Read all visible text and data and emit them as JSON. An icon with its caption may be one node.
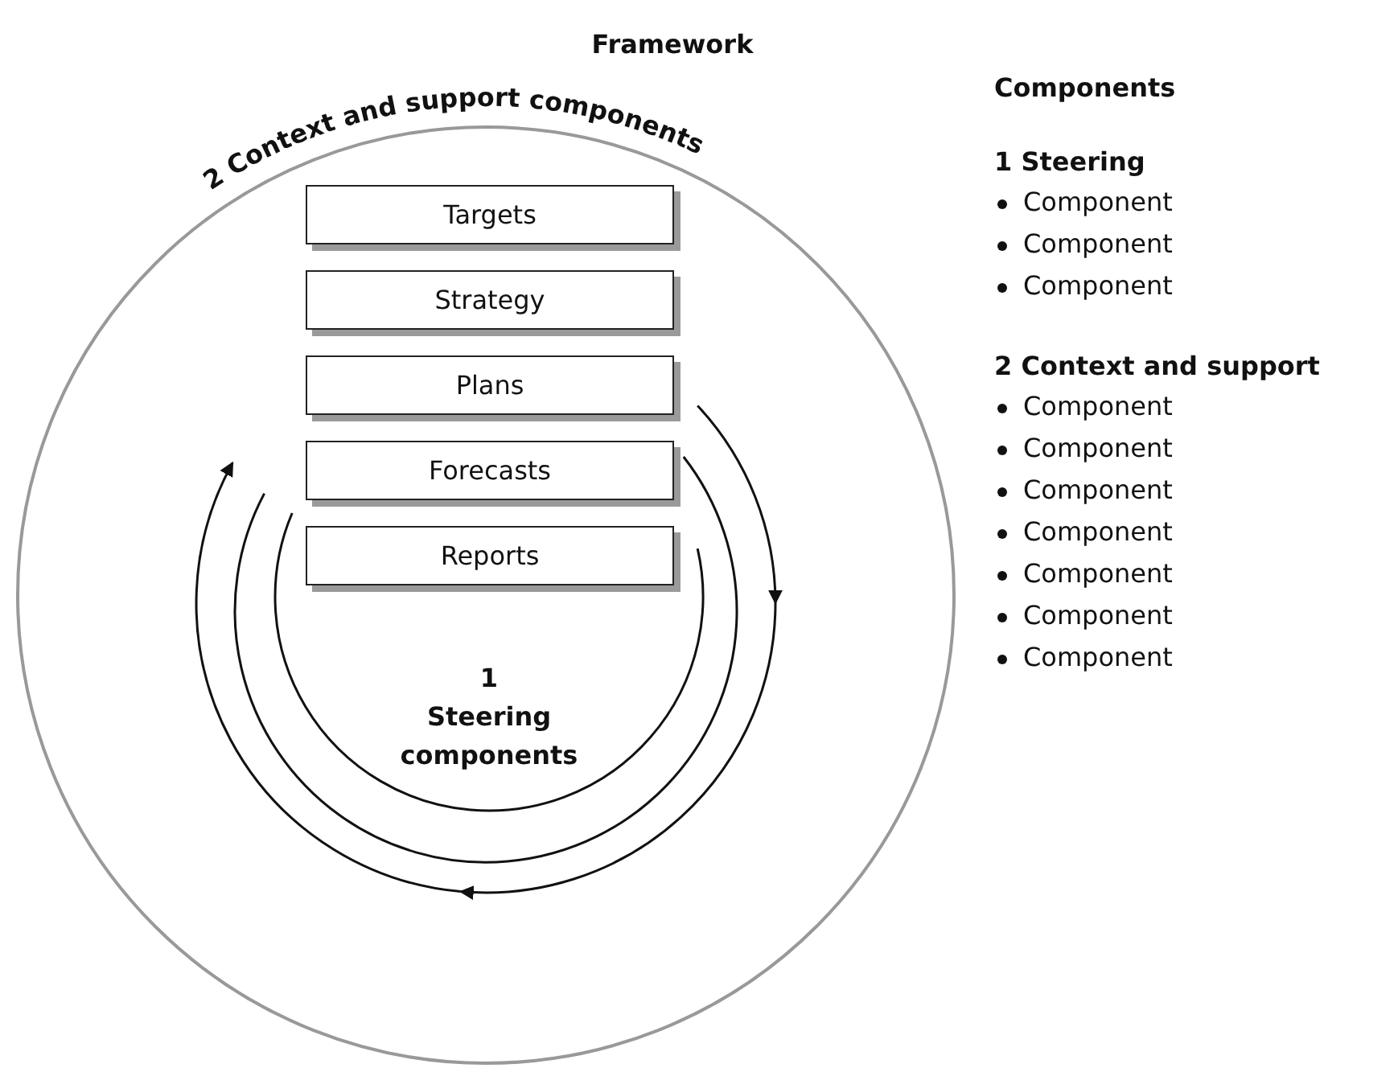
{
  "diagram": {
    "title": "Framework",
    "nodes": [
      {
        "text": [
          "2 Context and support components"
        ]
      },
      {
        "text": [
          "1",
          "Steering components"
        ],
        "in": 0
      },
      {
        "text": [
          "Targets"
        ],
        "in": 0
      },
      {
        "text": [
          "Strategy"
        ],
        "in": 0
      },
      {
        "text": [
          "Plans"
        ],
        "in": 0
      },
      {
        "text": [
          "Forecasts"
        ],
        "in": 0
      },
      {
        "text": [
          "Reports"
        ],
        "in": 1
      }
    ],
    "labels": [
      "Components",
      "1 Steering",
      "Component",
      "Component",
      "Component",
      "2 Context and support",
      "Component",
      "Component",
      "Component",
      "Component",
      "Component",
      "Component",
      "Component"
    ]
  }
}
